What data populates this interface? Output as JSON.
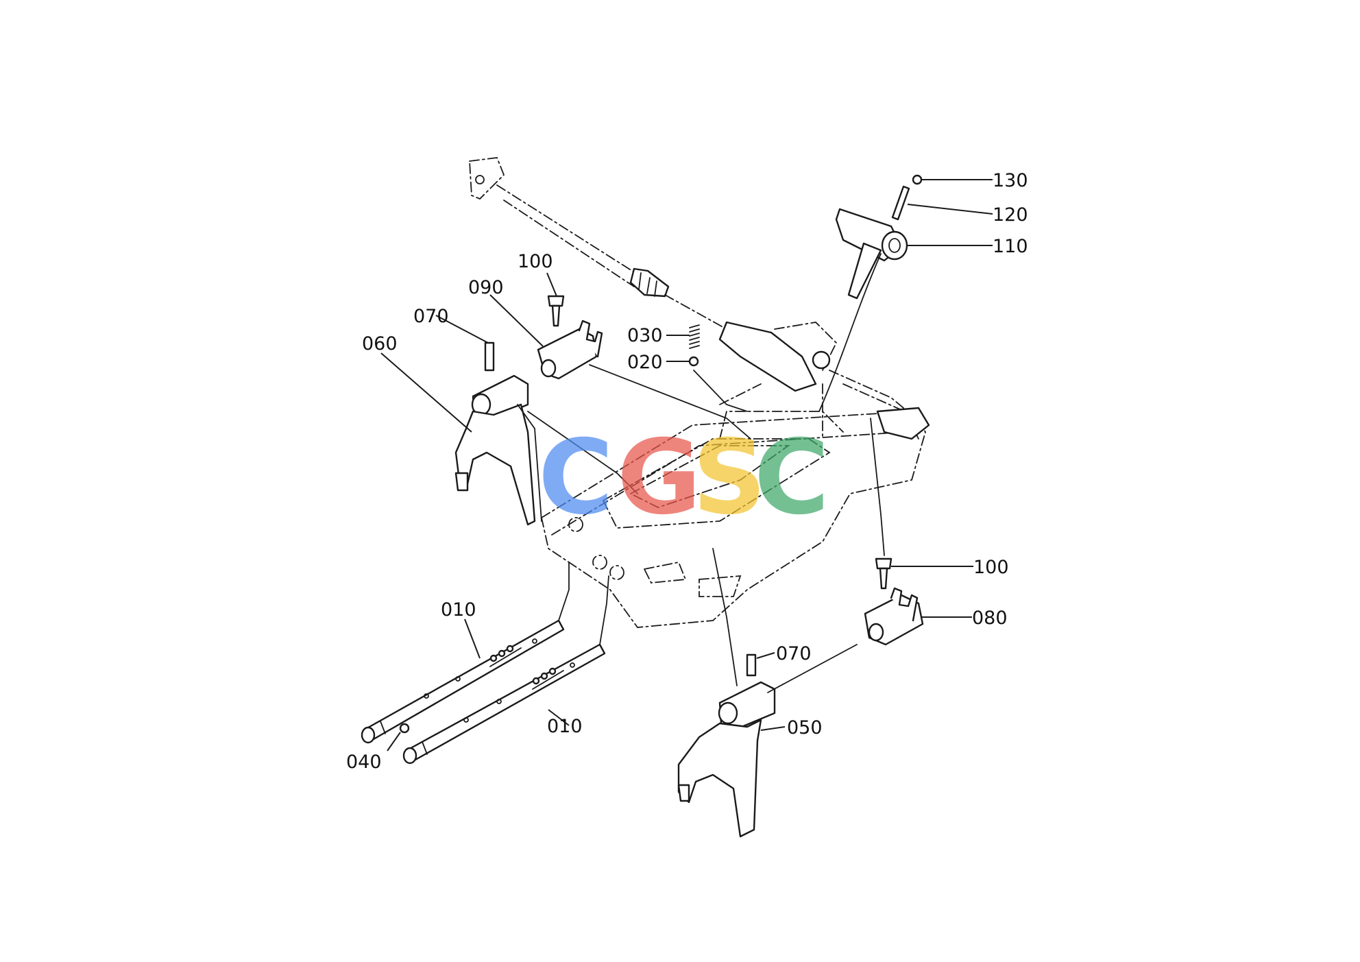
{
  "diagram": {
    "callouts": [
      {
        "id": "c130",
        "text": "130"
      },
      {
        "id": "c120",
        "text": "120"
      },
      {
        "id": "c110",
        "text": "110"
      },
      {
        "id": "c100a",
        "text": "100"
      },
      {
        "id": "c090",
        "text": "090"
      },
      {
        "id": "c070a",
        "text": "070"
      },
      {
        "id": "c060",
        "text": "060"
      },
      {
        "id": "c030",
        "text": "030"
      },
      {
        "id": "c020",
        "text": "020"
      },
      {
        "id": "c100b",
        "text": "100"
      },
      {
        "id": "c080",
        "text": "080"
      },
      {
        "id": "c070b",
        "text": "070"
      },
      {
        "id": "c010a",
        "text": "010"
      },
      {
        "id": "c010b",
        "text": "010"
      },
      {
        "id": "c050",
        "text": "050"
      },
      {
        "id": "c040",
        "text": "040"
      }
    ]
  },
  "watermark": {
    "letters": [
      "C",
      "G",
      "S",
      "C"
    ],
    "colors": [
      "#4f8cf0",
      "#e8574c",
      "#f3c432",
      "#3fa86a"
    ]
  }
}
